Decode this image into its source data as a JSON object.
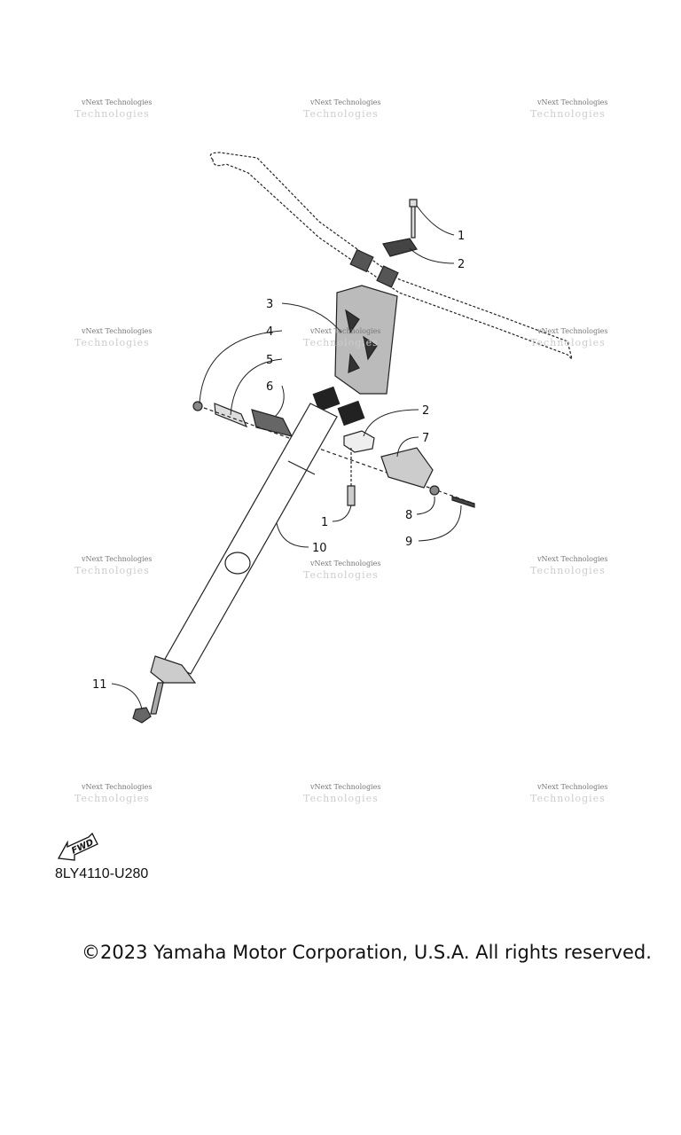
{
  "watermark": {
    "text": "vNext Technologies",
    "ghost": "Technologies"
  },
  "callouts": [
    "1",
    "2",
    "3",
    "4",
    "5",
    "6",
    "2",
    "7",
    "1",
    "8",
    "9",
    "10",
    "11"
  ],
  "fwd_label": "FWD",
  "diagram_code": "8LY4110-U280",
  "copyright": "©2023 Yamaha Motor Corporation, U.S.A. All rights reserved."
}
